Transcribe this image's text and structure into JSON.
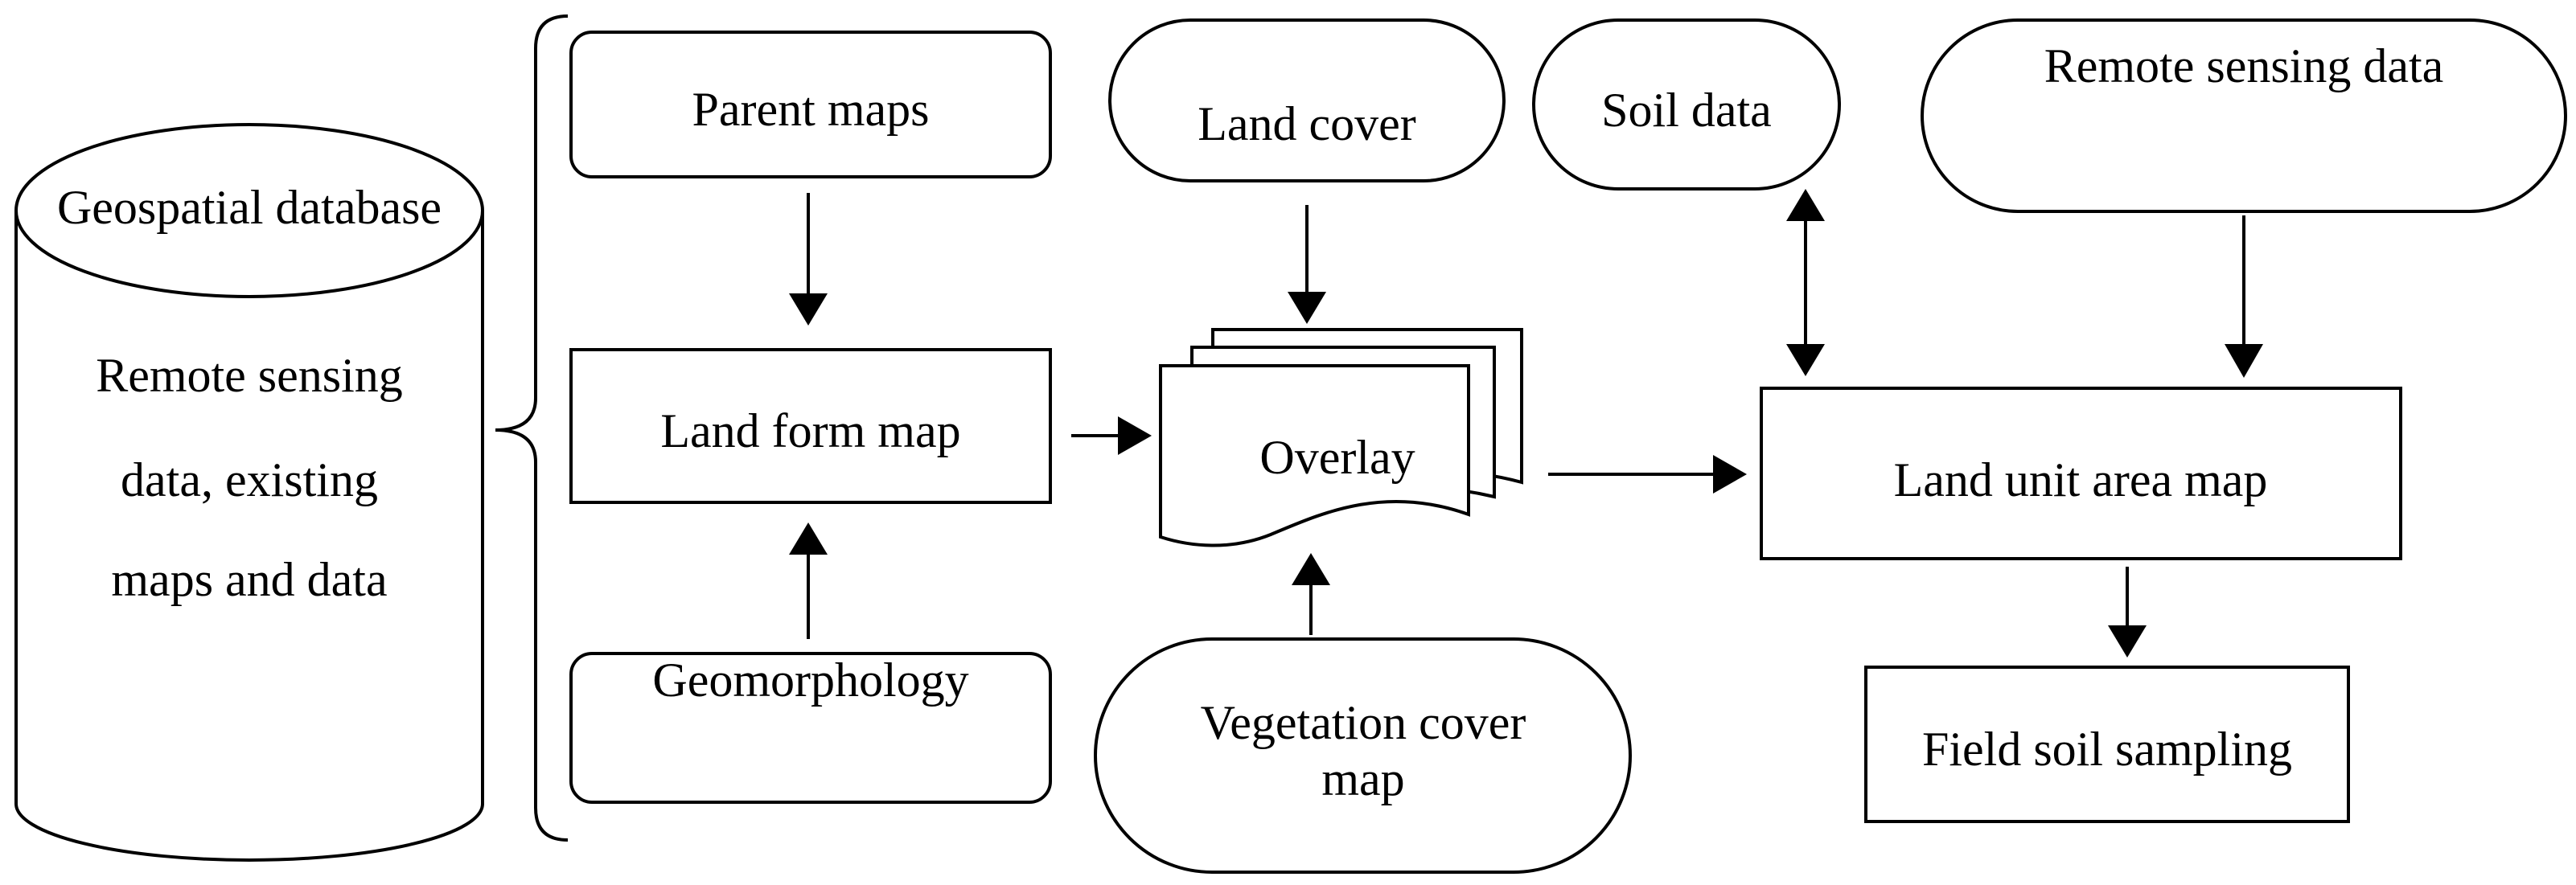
{
  "database": {
    "title": "Geospatial database",
    "lines": [
      "Remote sensing",
      "data, existing",
      "maps and data"
    ]
  },
  "nodes": {
    "parent_maps": "Parent maps",
    "land_form_map": "Land form map",
    "geomorphology": "Geomorphology",
    "land_cover": "Land cover",
    "overlay": "Overlay",
    "vegetation_cover_map": [
      "Vegetation cover",
      "map"
    ],
    "soil_data": "Soil data",
    "remote_sensing_data": "Remote sensing data",
    "land_unit_area_map": "Land unit area map",
    "field_soil_sampling": "Field soil sampling"
  }
}
